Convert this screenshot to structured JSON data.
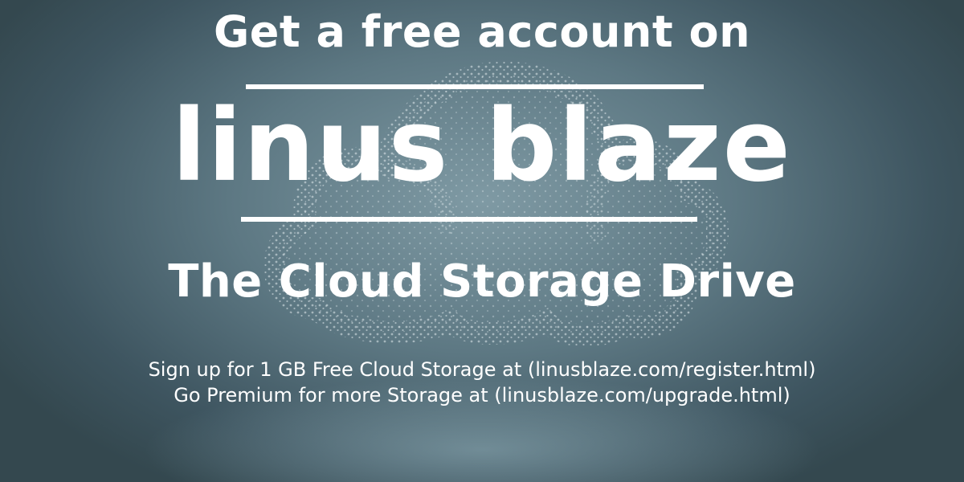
{
  "banner": {
    "heading": "Get a free account on",
    "brand_name": "linus blaze",
    "tagline": "The Cloud Storage Drive",
    "signup_text": "Sign up for 1 GB Free Cloud Storage at (linusblaze.com/register.html)",
    "premium_text": "Go Premium for more Storage at (linusblaze.com/upgrade.html)"
  },
  "colors": {
    "text": "#ffffff",
    "background_dark": "#34484f",
    "background_light": "#7f9aa4",
    "cloud_dots": "#d9e4e8"
  },
  "icons": {
    "background_graphic": "dotted-cloud-icon"
  }
}
